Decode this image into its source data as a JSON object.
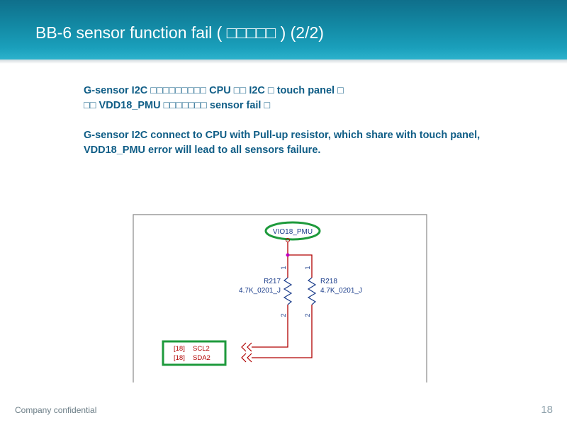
{
  "slide": {
    "title": "BB-6 sensor function fail ( □□□□□ ) (2/2)",
    "paragraph_cn_line1": "G-sensor I2C □□□□□□□□□ CPU □□ I2C □ touch panel □",
    "paragraph_cn_line2": "□□ VDD18_PMU □□□□□□□ sensor fail □",
    "paragraph_en": "G-sensor I2C connect to CPU with Pull-up resistor, which share with touch panel, VDD18_PMU error will lead to all sensors failure.",
    "footer_left": "Company confidential",
    "page_number": "18"
  },
  "schematic": {
    "power_label": "VIO18_PMU",
    "resistor1": {
      "ref": "R217",
      "value": "4.7K_0201_J",
      "pin_top": "1",
      "pin_bottom": "2"
    },
    "resistor2": {
      "ref": "R218",
      "value": "4.7K_0201_J",
      "pin_top": "1",
      "pin_bottom": "2"
    },
    "signals": [
      {
        "sheet": "[18]",
        "name": "SCL2"
      },
      {
        "sheet": "[18]",
        "name": "SDA2"
      }
    ],
    "colors": {
      "wire": "#b00000",
      "text": "#1a3c8a",
      "highlight": "#1e9a3c",
      "frame": "#888888"
    }
  }
}
